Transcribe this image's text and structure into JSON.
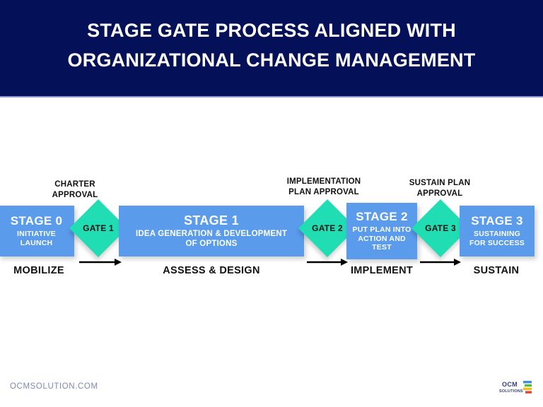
{
  "header": {
    "title_line1": "STAGE GATE PROCESS ALIGNED WITH",
    "title_line2": "ORGANIZATIONAL CHANGE MANAGEMENT",
    "bg_color": "#041058",
    "text_color": "#ffffff"
  },
  "theme": {
    "stage_color": "#5a9bec",
    "gate_color": "#20ddb4",
    "label_color": "#111111",
    "footer_text_color": "#7f8bb0"
  },
  "diagram": {
    "type": "stage-gate-process-flow",
    "stages": [
      {
        "title": "STAGE 0",
        "subtitle_line1": "INITIATIVE",
        "subtitle_line2": "LAUNCH",
        "phase": "MOBILIZE"
      },
      {
        "title": "STAGE 1",
        "subtitle_line1": "IDEA GENERATION & DEVELOPMENT",
        "subtitle_line2": "OF OPTIONS",
        "phase": "ASSESS & DESIGN"
      },
      {
        "title": "STAGE 2",
        "subtitle_line1": "PUT PLAN INTO",
        "subtitle_line2": "ACTION AND",
        "subtitle_line3": "TEST",
        "phase": "IMPLEMENT"
      },
      {
        "title": "STAGE 3",
        "subtitle_line1": "SUSTAINING",
        "subtitle_line2": "FOR SUCCESS",
        "phase": "SUSTAIN"
      }
    ],
    "gates": [
      {
        "label": "GATE 1",
        "approval_line1": "CHARTER",
        "approval_line2": "APPROVAL"
      },
      {
        "label": "GATE 2",
        "approval_line1": "IMPLEMENTATION",
        "approval_line2": "PLAN APPROVAL"
      },
      {
        "label": "GATE 3",
        "approval_line1": "SUSTAIN PLAN",
        "approval_line2": "APPROVAL"
      }
    ]
  },
  "footer": {
    "url": "OCMSOLUTION.COM",
    "logo_line1": "OCM",
    "logo_line2": "SOLUTIONS"
  }
}
